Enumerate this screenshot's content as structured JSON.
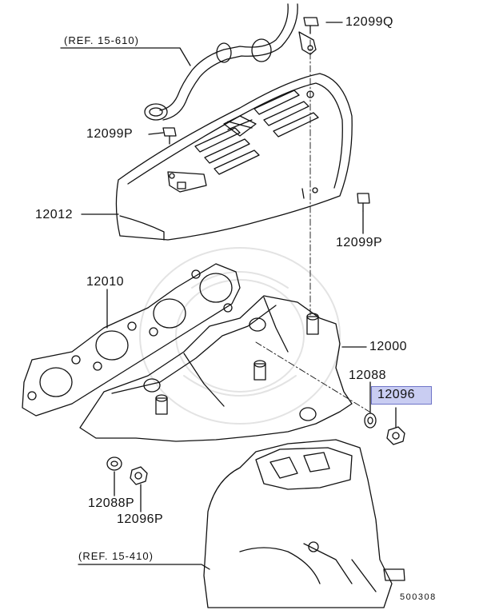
{
  "diagram": {
    "refs": [
      {
        "id": "ref-top",
        "text": "(REF. 15-610)"
      },
      {
        "id": "ref-bottom",
        "text": "(REF. 15-410)"
      }
    ],
    "parts": {
      "p12099Q": "12099Q",
      "p12099P_top": "12099P",
      "p12012": "12012",
      "p12099P_right": "12099P",
      "p12010": "12010",
      "p12000": "12000",
      "p12088": "12088",
      "p12096": "12096",
      "p12088P": "12088P",
      "p12096P": "12096P"
    },
    "highlighted_part": "12096",
    "highlight_color": "#c9cdf2",
    "diagram_code": "500308"
  }
}
